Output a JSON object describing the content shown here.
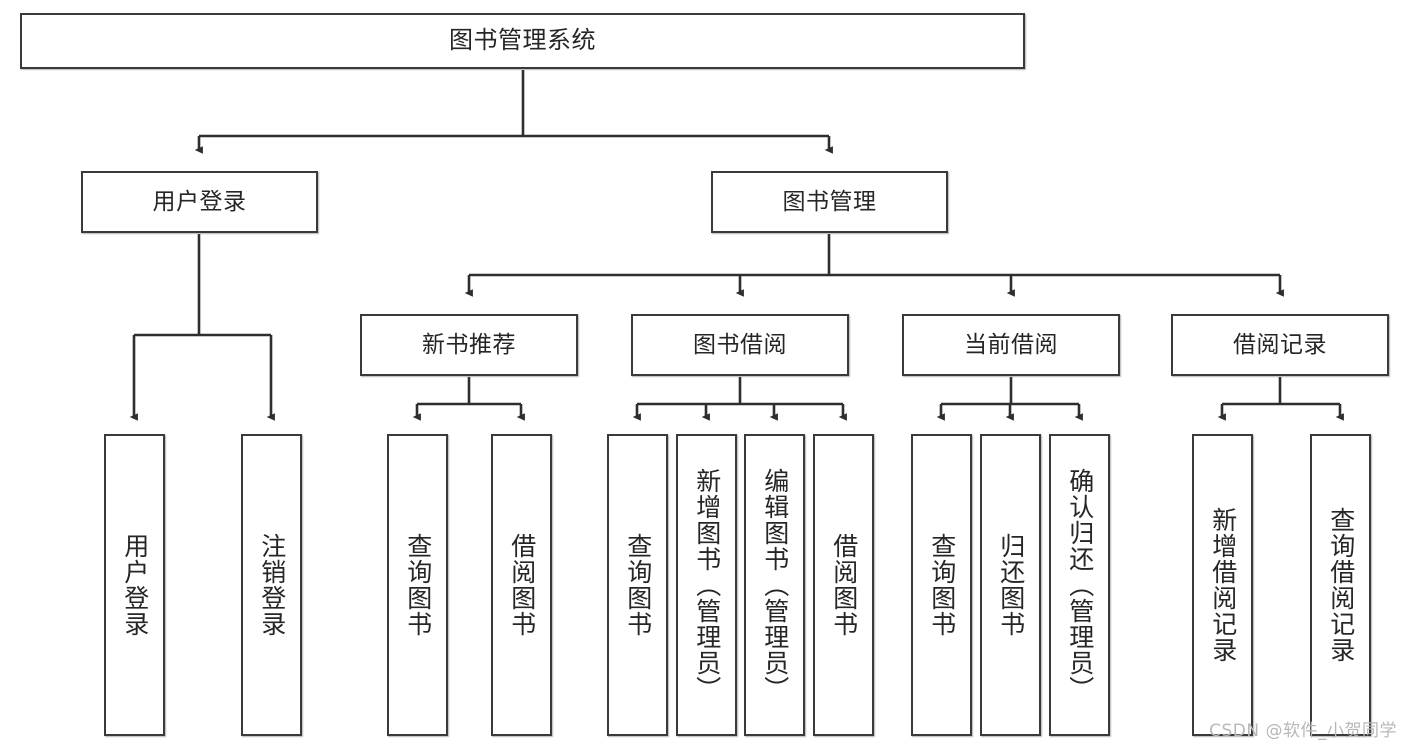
{
  "diagram": {
    "type": "tree",
    "title": "图书管理系统",
    "root": {
      "label": "图书管理系统"
    },
    "level2": [
      {
        "label": "用户登录"
      },
      {
        "label": "图书管理"
      }
    ],
    "level3": [
      {
        "label": "新书推荐"
      },
      {
        "label": "图书借阅"
      },
      {
        "label": "当前借阅"
      },
      {
        "label": "借阅记录"
      }
    ],
    "leaves": {
      "user_login": [
        {
          "label": "用户登录"
        },
        {
          "label": "注销登录"
        }
      ],
      "new_book_recommend": [
        {
          "label": "查询图书"
        },
        {
          "label": "借阅图书"
        }
      ],
      "book_borrow": [
        {
          "label": "查询图书"
        },
        {
          "label": "新增图书（管理员）"
        },
        {
          "label": "编辑图书（管理员）"
        },
        {
          "label": "借阅图书"
        }
      ],
      "current_borrow": [
        {
          "label": "查询图书"
        },
        {
          "label": "归还图书"
        },
        {
          "label": "确认归还（管理员）"
        }
      ],
      "borrow_record": [
        {
          "label": "新增借阅记录"
        },
        {
          "label": "查询借阅记录"
        }
      ]
    }
  },
  "watermark": {
    "text": "CSDN @软件_小贺同学"
  },
  "colors": {
    "box_border": "#3a3a3a",
    "box_fill": "#ffffff",
    "edge": "#2e2e2e",
    "text": "#262626",
    "watermark": "#b8b8b8"
  }
}
